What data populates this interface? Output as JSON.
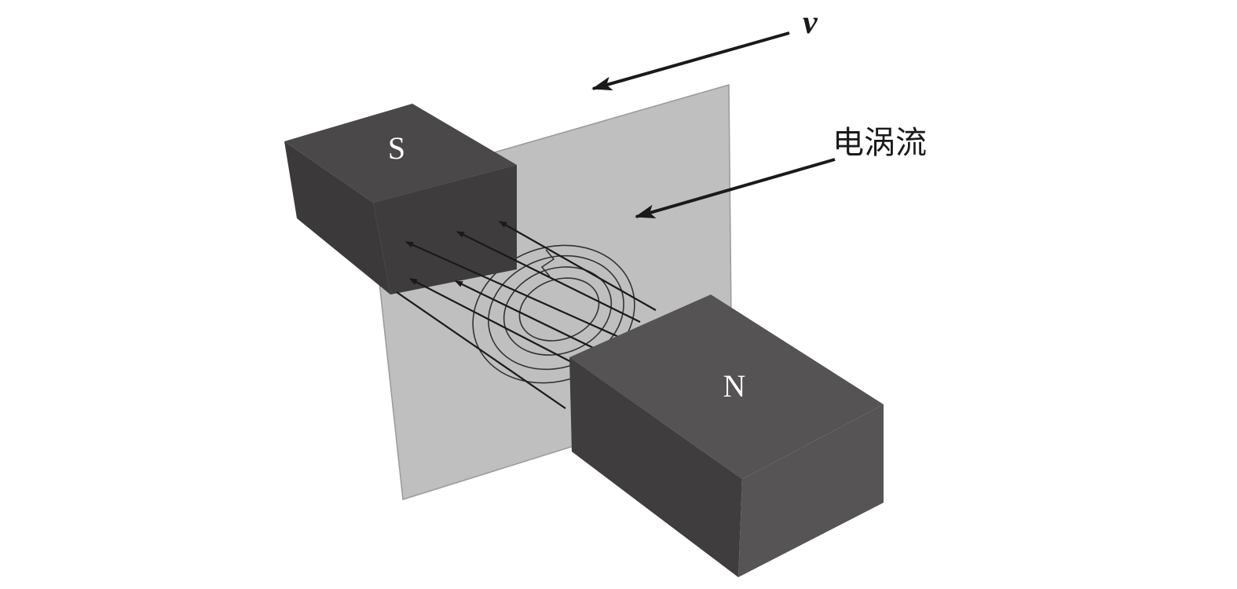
{
  "labels": {
    "south_pole": "S",
    "north_pole": "N",
    "velocity": "v",
    "eddy_current": "电涡流"
  },
  "colors": {
    "plate": "#bfbfbf",
    "magnet_top": "#4b4849",
    "magnet_side": "#3c393a",
    "magnet_front": "#555354",
    "line": "#1a1a1a"
  }
}
